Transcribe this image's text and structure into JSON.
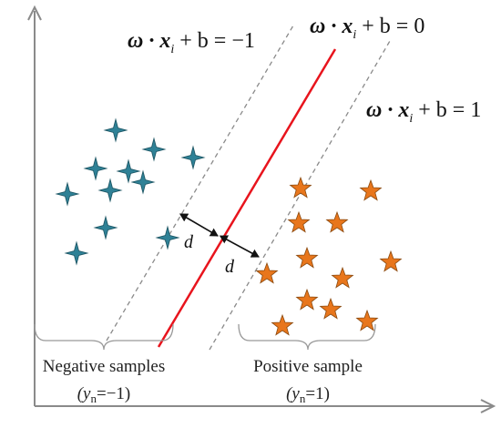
{
  "equations": {
    "middle": {
      "var": "ω · x",
      "sub": "i",
      "rest": " + b = 0"
    },
    "negative": {
      "var": "ω · x",
      "sub": "i",
      "rest": " + b = −1"
    },
    "positive": {
      "var": "ω · x",
      "sub": "i",
      "rest": " + b = 1"
    }
  },
  "margin_label": "d",
  "groups": {
    "negative": {
      "title": "Negative samples",
      "label_y": "(y",
      "label_sub": "n",
      "label_rest": "=−1)"
    },
    "positive": {
      "title": "Positive sample",
      "label_y": "(y",
      "label_sub": "n",
      "label_rest": "=1)"
    }
  },
  "colors": {
    "hyperplane": "#e8141d",
    "margin_lines": "#8a8a8a",
    "negative_marker": "#2f8196",
    "positive_marker": "#e8761c",
    "axes": "#8a8a8a"
  },
  "markers": {
    "negative_shape": "four-point-star",
    "positive_shape": "five-point-star"
  }
}
